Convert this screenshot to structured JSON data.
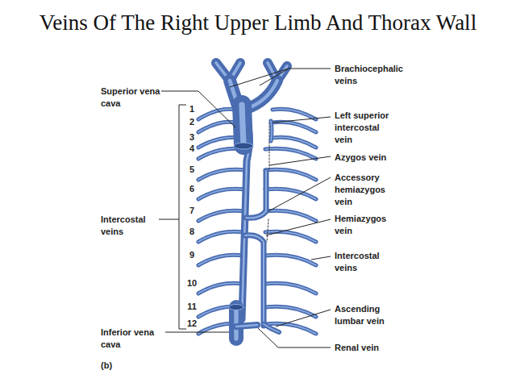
{
  "diagram": {
    "title": "Veins Of The Right Upper Limb And Thorax Wall",
    "labels": [
      "Brachiocephalic veins",
      "Superior vena cava",
      "Left superior intercostal vein",
      "1",
      "2",
      "3",
      "4",
      "5",
      "6",
      "7",
      "8",
      "9",
      "10",
      "11",
      "12",
      "Azygos vein",
      "Accessory hemiazygos vein",
      "Intercostal veins",
      "Hemiazygos vein",
      "Intercostal veins",
      "Ascending lumbar vein",
      "Inferior vena cava",
      "Renal vein",
      "(b)"
    ]
  }
}
